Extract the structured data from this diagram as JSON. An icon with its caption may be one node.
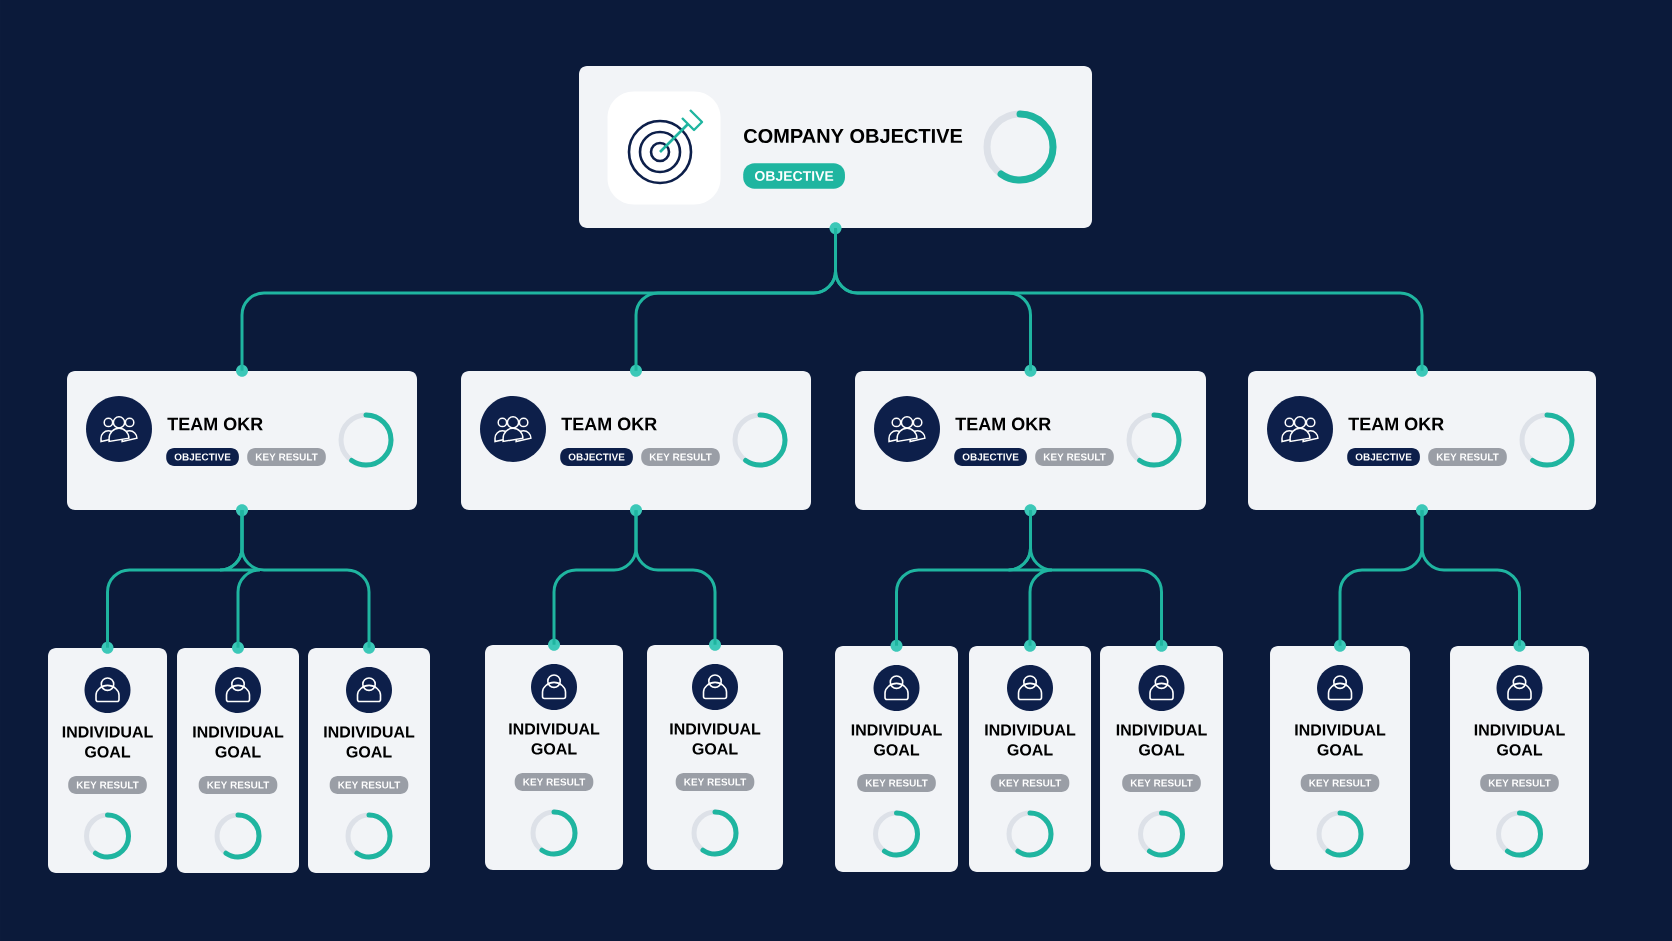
{
  "diagram": {
    "nodes": [
      {
        "text": [
          "COMPANY OBJECTIVE",
          "OBJECTIVE"
        ]
      },
      {
        "text": [
          "TEAM OKR",
          "OBJECTIVE",
          "KEY RESULT"
        ]
      },
      {
        "text": [
          "TEAM OKR",
          "OBJECTIVE",
          "KEY RESULT"
        ]
      },
      {
        "text": [
          "TEAM OKR",
          "OBJECTIVE",
          "KEY RESULT"
        ]
      },
      {
        "text": [
          "TEAM OKR",
          "OBJECTIVE",
          "KEY RESULT"
        ]
      },
      {
        "text": [
          "INDIVIDUAL GOAL",
          "KEY RESULT"
        ]
      },
      {
        "text": [
          "INDIVIDUAL GOAL",
          "KEY RESULT"
        ]
      },
      {
        "text": [
          "INDIVIDUAL GOAL",
          "KEY RESULT"
        ]
      },
      {
        "text": [
          "INDIVIDUAL GOAL",
          "KEY RESULT"
        ]
      },
      {
        "text": [
          "INDIVIDUAL GOAL",
          "KEY RESULT"
        ]
      },
      {
        "text": [
          "INDIVIDUAL GOAL",
          "KEY RESULT"
        ]
      },
      {
        "text": [
          "INDIVIDUAL GOAL",
          "KEY RESULT"
        ]
      },
      {
        "text": [
          "INDIVIDUAL GOAL",
          "KEY RESULT"
        ]
      },
      {
        "text": [
          "INDIVIDUAL GOAL",
          "KEY RESULT"
        ]
      },
      {
        "text": [
          "INDIVIDUAL GOAL",
          "KEY RESULT"
        ]
      }
    ],
    "edges": [
      {
        "from": 0,
        "to": 1,
        "arrow": "none"
      },
      {
        "from": 0,
        "to": 2,
        "arrow": "none"
      },
      {
        "from": 0,
        "to": 3,
        "arrow": "none"
      },
      {
        "from": 0,
        "to": 4,
        "arrow": "none"
      },
      {
        "from": 1,
        "to": 5,
        "arrow": "none"
      },
      {
        "from": 1,
        "to": 6,
        "arrow": "none"
      },
      {
        "from": 1,
        "to": 7,
        "arrow": "none"
      },
      {
        "from": 2,
        "to": 8,
        "arrow": "none"
      },
      {
        "from": 2,
        "to": 9,
        "arrow": "none"
      },
      {
        "from": 3,
        "to": 10,
        "arrow": "none"
      },
      {
        "from": 3,
        "to": 11,
        "arrow": "none"
      },
      {
        "from": 3,
        "to": 12,
        "arrow": "none"
      },
      {
        "from": 4,
        "to": 13,
        "arrow": "none"
      },
      {
        "from": 4,
        "to": 14,
        "arrow": "none"
      }
    ]
  }
}
